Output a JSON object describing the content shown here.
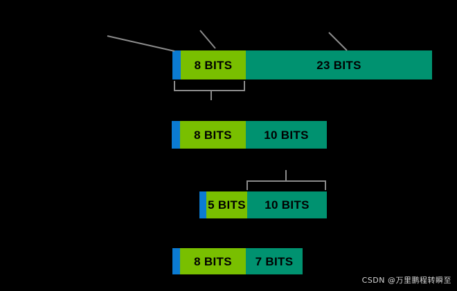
{
  "figure": {
    "background_color": "#000000",
    "colors": {
      "blue": "#0b7bd2",
      "green": "#79bf00",
      "teal": "#009270",
      "annotation_line": "#8c8c8c",
      "label_text": "#000000",
      "watermark_text": "#d8d8d8"
    }
  },
  "bars": [
    {
      "name": "bar-row-1",
      "segments": [
        {
          "name": "blue-segment",
          "label": "",
          "color_key": "blue"
        },
        {
          "name": "green-segment",
          "label": "8 BITS",
          "color_key": "green"
        },
        {
          "name": "teal-segment",
          "label": "23 BITS",
          "color_key": "teal"
        }
      ]
    },
    {
      "name": "bar-row-2",
      "segments": [
        {
          "name": "blue-segment",
          "label": "",
          "color_key": "blue"
        },
        {
          "name": "green-segment",
          "label": "8 BITS",
          "color_key": "green"
        },
        {
          "name": "teal-segment",
          "label": "10 BITS",
          "color_key": "teal"
        }
      ]
    },
    {
      "name": "bar-row-3",
      "segments": [
        {
          "name": "blue-segment",
          "label": "",
          "color_key": "blue"
        },
        {
          "name": "green-segment",
          "label": "5 BITS",
          "color_key": "green"
        },
        {
          "name": "teal-segment",
          "label": "10 BITS",
          "color_key": "teal"
        }
      ]
    },
    {
      "name": "bar-row-4",
      "segments": [
        {
          "name": "blue-segment",
          "label": "",
          "color_key": "blue"
        },
        {
          "name": "green-segment",
          "label": "8 BITS",
          "color_key": "green"
        },
        {
          "name": "teal-segment",
          "label": "7 BITS",
          "color_key": "teal"
        }
      ]
    }
  ],
  "annotations": {
    "leader_line_1": "",
    "leader_line_2": "",
    "leader_line_3": "",
    "brace_below_row_1": "",
    "brace_above_row_3": ""
  },
  "watermark": {
    "text": "CSDN @万里鹏程转瞬至"
  }
}
